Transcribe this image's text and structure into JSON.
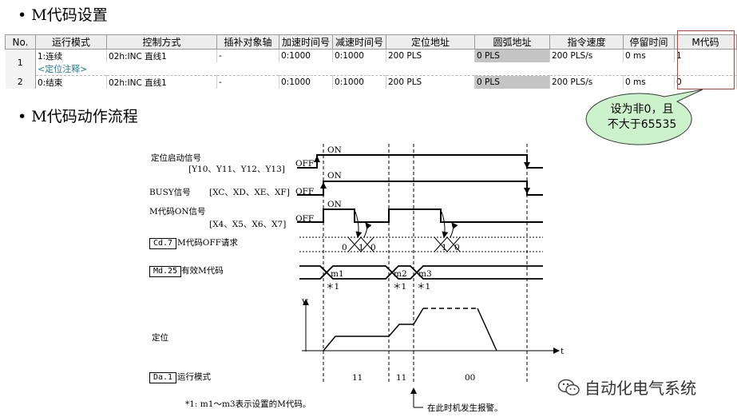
{
  "section1": {
    "bullet": "•",
    "title": "M代码设置"
  },
  "section2": {
    "bullet": "•",
    "title": "M代码动作流程"
  },
  "table": {
    "headers": [
      "No.",
      "运行模式",
      "控制方式",
      "插补对象轴",
      "加速时间号",
      "减速时间号",
      "定位地址",
      "圆弧地址",
      "指令速度",
      "停留时间",
      "M代码"
    ],
    "rows": [
      {
        "no": "1",
        "mode": "1:连续",
        "control": "02h:INC 直线1",
        "axis": "-",
        "accel": "0:1000",
        "decel": "0:1000",
        "address": "200 PLS",
        "arc": "0 PLS",
        "speed": "200 PLS/s",
        "dwell": "0 ms",
        "mcode": "1",
        "note": "<定位注释>"
      },
      {
        "no": "2",
        "mode": "0:结束",
        "control": "02h:INC 直线1",
        "axis": "-",
        "accel": "0:1000",
        "decel": "0:1000",
        "address": "200 PLS",
        "arc": "0 PLS",
        "speed": "200 PLS/s",
        "dwell": "0 ms",
        "mcode": "0"
      }
    ]
  },
  "callout": {
    "line1": "设为非0，且",
    "line2": "不大于65535"
  },
  "signals": {
    "start": {
      "label": "定位启动信号",
      "addr": "[Y10、Y11、Y12、Y13]"
    },
    "busy": {
      "label": "BUSY信号",
      "addr": "[XC、XD、XE、XF]"
    },
    "mon": {
      "label": "M代码ON信号",
      "addr": "[X4、X5、X6、X7]"
    },
    "cd7": {
      "box": "Cd.7",
      "label": "M代码OFF请求"
    },
    "md25": {
      "box": "Md.25",
      "label": "有效M代码"
    },
    "pos": {
      "label": "定位"
    },
    "da1": {
      "box": "Da.1",
      "label": "运行模式"
    }
  },
  "levels": {
    "on": "ON",
    "off": "OFF"
  },
  "bits": {
    "zero": "0",
    "one": "1"
  },
  "mcodes": {
    "m1": "m1",
    "m2": "m2",
    "m3": "m3"
  },
  "stars": {
    "s1": "＊1",
    "s2": "＊1",
    "s3": "＊1"
  },
  "axes": {
    "v": "V",
    "t": "t"
  },
  "modes": {
    "a": "11",
    "b": "11",
    "c": "00"
  },
  "footnote": "*1: m1～m3表示设置的M代码。",
  "alarm": "在此时机发生报警。",
  "watermark": "自动化电气系统"
}
